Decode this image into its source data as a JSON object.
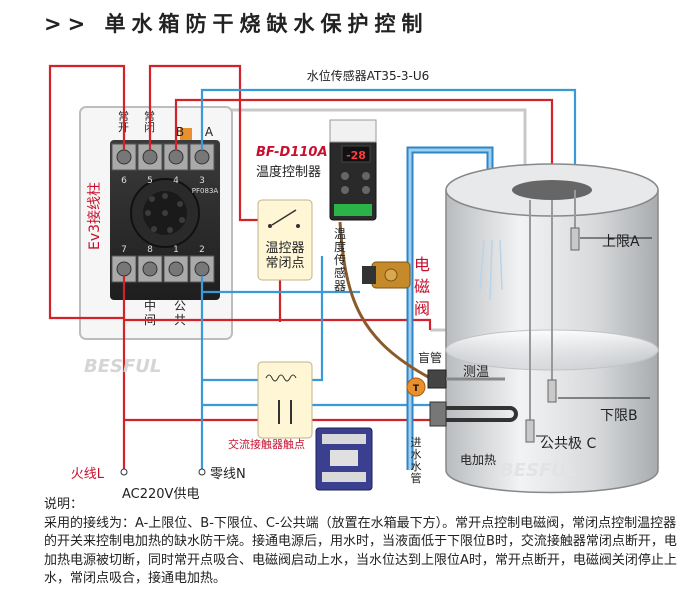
{
  "title": ">> 单水箱防干烧缺水保护控制",
  "sensor_title": "水位传感器AT35-3-U6",
  "relay": {
    "side_label": "Ev3接线柱",
    "model": "PF083A",
    "top_labels": [
      "常开",
      "常闭",
      "B",
      "A"
    ],
    "top_pins": [
      "6",
      "5",
      "4",
      "3"
    ],
    "bottom_pins": [
      "7",
      "8",
      "1",
      "2"
    ],
    "bottom_label_middle": "中间",
    "bottom_label_common": "公共"
  },
  "controller": {
    "model": "BF-D110A",
    "name": "温度控制器",
    "display": "-28"
  },
  "thermo_contact_label": "温控器常闭点",
  "temp_sensor_label": "温度传感器",
  "solenoid_label": "电磁阀",
  "blind_pipe_label": "盲管",
  "measure_temp_label": "测温",
  "upper_limit_label": "上限A",
  "lower_limit_label": "下限B",
  "common_label": "公共极 C",
  "heater_label": "电加热",
  "inlet_pipe_label": "进水水管",
  "contactor_label": "交流接触器触点",
  "live_label": "火线L",
  "neutral_label": "零线N",
  "power_label": "AC220V供电",
  "brand": "BESFUL",
  "notes": {
    "heading": "说明：",
    "body": "采用的接线为：A-上限位、B-下限位、C-公共端（放置在水箱最下方）。常开点控制电磁阀，常闭点控制温控器的开关来控制电加热的缺水防干烧。接通电源后，用水时，当液面低于下限位B时，交流接触器常闭点断开，电加热电源被切断，同时常开点吸合、电磁阀启动上水，当水位达到上限位A时，常开点断开，电磁阀关闭停止上水，常闭点吸合，接通电加热。"
  },
  "colors": {
    "red_wire": "#d2232a",
    "blue_wire": "#3a9ad9",
    "brown_wire": "#8b5a2b",
    "accent": "#c8102e"
  }
}
